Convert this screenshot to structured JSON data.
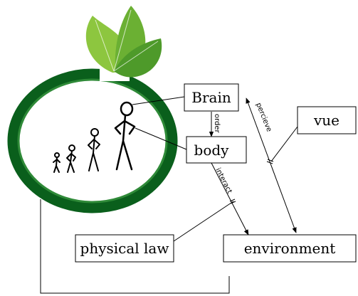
{
  "nodes": {
    "brain": "Brain",
    "body": "body",
    "vue": "vue",
    "physical_law": "physical law",
    "environment": "environment"
  },
  "edges": {
    "order": "order",
    "perceive": "percieve",
    "interact": "interact"
  },
  "colors": {
    "ring_dark": "#0a5f1c",
    "ring_light": "#2f8a38",
    "leaf_light": "#8dc63f",
    "leaf_dark": "#4e9a2a",
    "line": "#000000",
    "box_fill": "#ffffff"
  },
  "icons": {
    "logo": "evolution-of-man-leaves-logo"
  }
}
